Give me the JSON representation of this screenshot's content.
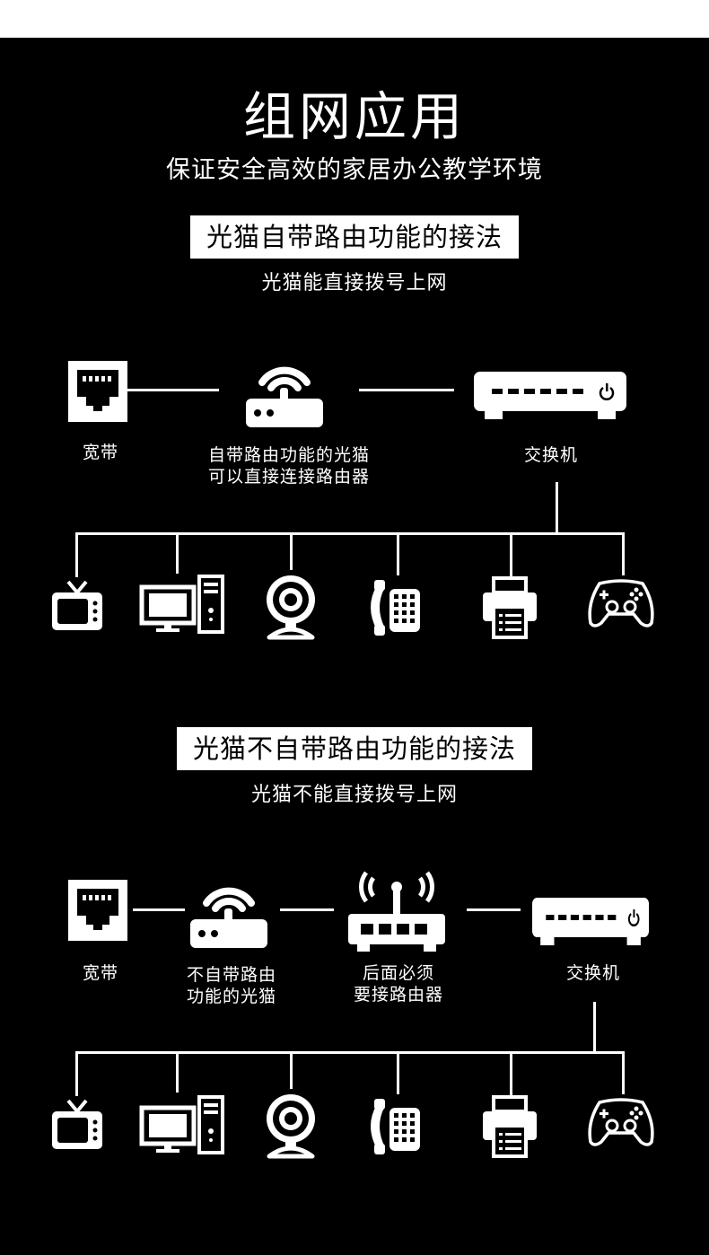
{
  "header": {
    "title": "组网应用",
    "subtitle": "保证安全高效的家居办公教学环境"
  },
  "section1": {
    "heading": "光猫自带路由功能的接法",
    "note": "光猫能直接拨号上网",
    "labels": {
      "broadband": "宽带",
      "modem_line1": "自带路由功能的光猫",
      "modem_line2": "可以直接连接路由器",
      "switch": "交换机"
    }
  },
  "section2": {
    "heading": "光猫不自带路由功能的接法",
    "note": "光猫不能直接拨号上网",
    "labels": {
      "broadband": "宽带",
      "modem_line1": "不自带路由",
      "modem_line2": "功能的光猫",
      "router_line1": "后面必须",
      "router_line2": "要接路由器",
      "switch": "交换机"
    }
  },
  "devices": [
    "tv-icon",
    "desktop-computer-icon",
    "webcam-icon",
    "telephone-icon",
    "printer-icon",
    "gamepad-icon"
  ],
  "colors": {
    "background": "#000000",
    "foreground": "#ffffff",
    "header_strip": "#ffffff"
  }
}
